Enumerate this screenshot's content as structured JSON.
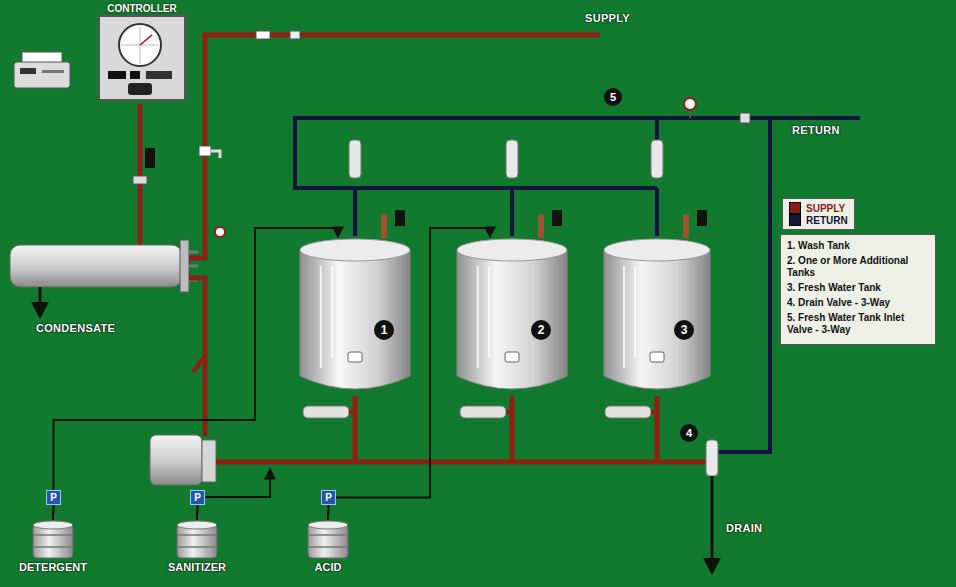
{
  "diagram": {
    "nodes": [
      {
        "text": [
          "CONTROLLER"
        ]
      },
      {
        "text": [
          "1"
        ]
      },
      {
        "text": [
          "2"
        ]
      },
      {
        "text": [
          "3"
        ]
      },
      {
        "text": [
          "1. Wash Tank",
          "2. One or More Additional Tanks",
          "3. Fresh Water Tank",
          "4. Drain Valve - 3-Way",
          "5. Fresh Water Tank Inlet Valve - 3-Way"
        ]
      },
      {
        "text": [
          "P"
        ]
      },
      {
        "text": [
          "P"
        ]
      },
      {
        "text": [
          "P"
        ]
      },
      {
        "text": [
          "DETERGENT"
        ]
      },
      {
        "text": [
          "SANITIZER"
        ]
      },
      {
        "text": [
          "ACID"
        ]
      }
    ],
    "edges": [
      {
        "from": 8,
        "to": 5,
        "arrow": "none"
      },
      {
        "from": 9,
        "to": 6,
        "arrow": "none"
      },
      {
        "from": 10,
        "to": 7,
        "arrow": "none"
      },
      {
        "from": 5,
        "to": 1,
        "arrow": "to"
      },
      {
        "from": 7,
        "to": 2,
        "arrow": "to"
      }
    ],
    "labels": [
      "SUPPLY",
      "RETURN",
      "CONDENSATE",
      "DRAIN",
      "4",
      "5"
    ],
    "legend": [
      {
        "text": "SUPPLY",
        "color": "#8b1a1a"
      },
      {
        "text": "RETURN",
        "color": "#14143c"
      }
    ]
  }
}
